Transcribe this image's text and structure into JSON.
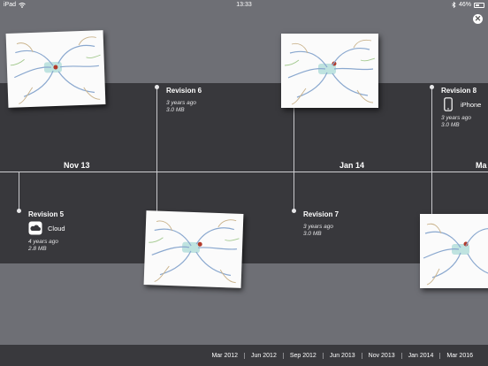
{
  "status": {
    "device": "iPad",
    "time": "13:33",
    "battery": "46%"
  },
  "timeline": {
    "month_labels": [
      "Nov 13",
      "Jan 14",
      "Ma"
    ]
  },
  "revisions": [
    {
      "title": "Revision 5",
      "source": "Cloud",
      "age": "4 years ago",
      "size": "2.8 MB"
    },
    {
      "title": "Revision 6",
      "age": "3 years ago",
      "size": "3.0 MB"
    },
    {
      "title": "Revision 7",
      "age": "3 years ago",
      "size": "3.0 MB"
    },
    {
      "title": "Revision 8",
      "source": "iPhone",
      "age": "3 years ago",
      "size": "3.0 MB"
    }
  ],
  "bottom_dates": [
    "Mar 2012",
    "Jun 2012",
    "Sep 2012",
    "Jun 2013",
    "Nov 2013",
    "Jan 2014",
    "Mar 2016"
  ],
  "icons": {
    "close": "close-icon",
    "cloud": "cloud-icon",
    "phone": "iphone-icon"
  }
}
